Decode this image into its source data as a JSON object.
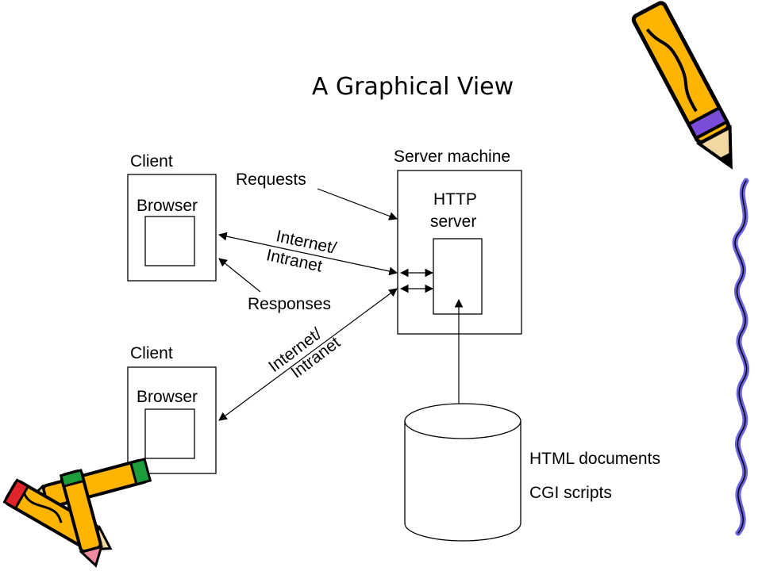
{
  "slide": {
    "title": "A Graphical View"
  },
  "diagram": {
    "client_top": {
      "label": "Client",
      "browser_label": "Browser"
    },
    "client_bottom": {
      "label": "Client",
      "browser_label": "Browser"
    },
    "server": {
      "label": "Server machine",
      "http_line1": "HTTP",
      "http_line2": "server"
    },
    "arrows": {
      "requests": "Requests",
      "responses": "Responses",
      "internet_top_line1": "Internet/",
      "internet_top_line2": "Intranet",
      "internet_bottom_line1": "Internet/",
      "internet_bottom_line2": "Intranet"
    },
    "storage": {
      "html_documents": "HTML documents",
      "cgi_scripts": "CGI scripts"
    }
  },
  "decorations": {
    "pencil_colors": {
      "body": "#FFB400",
      "outline": "#000000",
      "purple": "#7A4DD8",
      "red": "#E0242A",
      "green": "#1E9E3A",
      "pink": "#F08CA0"
    },
    "squiggle_color": "#6B63E0"
  }
}
